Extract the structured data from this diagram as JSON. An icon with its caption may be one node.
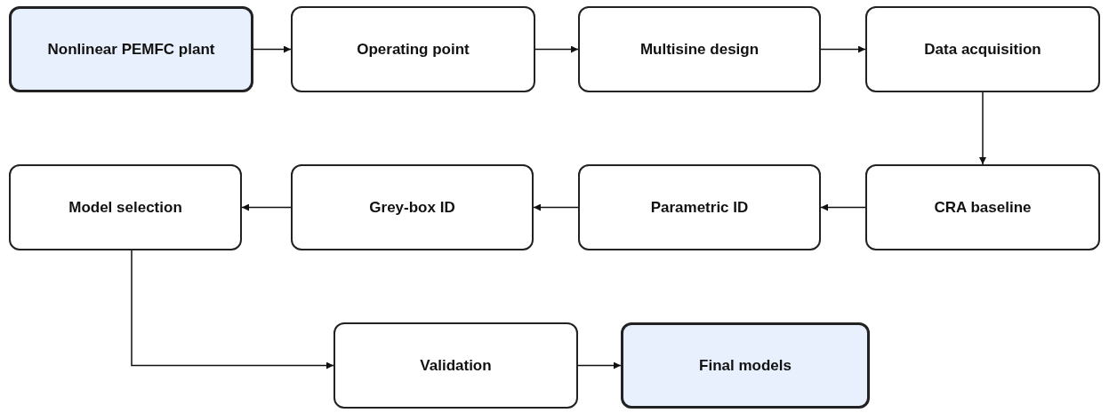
{
  "diagram": {
    "nodes": [
      {
        "text": [
          "Nonlinear PEMFC plant"
        ]
      },
      {
        "text": [
          "Operating point"
        ]
      },
      {
        "text": [
          "Multisine design"
        ]
      },
      {
        "text": [
          "Data acquisition"
        ]
      },
      {
        "text": [
          "CRA baseline"
        ]
      },
      {
        "text": [
          "Parametric ID"
        ]
      },
      {
        "text": [
          "Grey-box ID"
        ]
      },
      {
        "text": [
          "Model selection"
        ]
      },
      {
        "text": [
          "Validation"
        ]
      },
      {
        "text": [
          "Final models"
        ]
      }
    ],
    "edges": [
      {
        "from": 0,
        "to": 1,
        "arrow": "to"
      },
      {
        "from": 1,
        "to": 2,
        "arrow": "to"
      },
      {
        "from": 2,
        "to": 3,
        "arrow": "to"
      },
      {
        "from": 3,
        "to": 4,
        "arrow": "to"
      },
      {
        "from": 4,
        "to": 5,
        "arrow": "to"
      },
      {
        "from": 5,
        "to": 6,
        "arrow": "to"
      },
      {
        "from": 6,
        "to": 7,
        "arrow": "to"
      },
      {
        "from": 7,
        "to": 8,
        "arrow": "to"
      },
      {
        "from": 8,
        "to": 9,
        "arrow": "to"
      }
    ]
  }
}
